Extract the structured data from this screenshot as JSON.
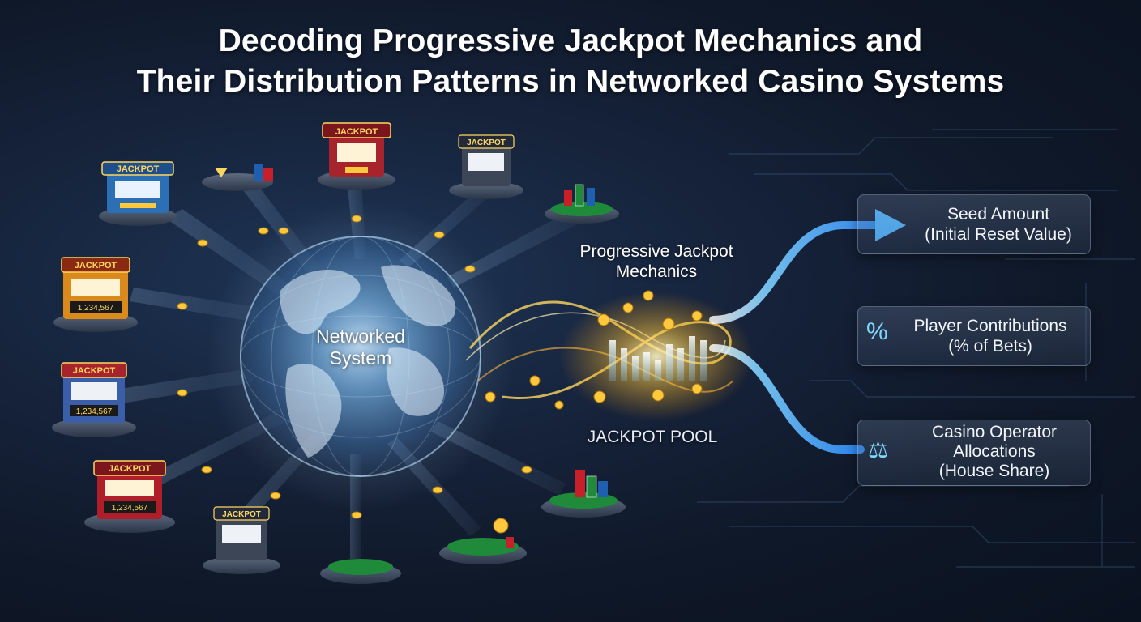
{
  "title": {
    "line1": "Decoding Progressive Jackpot Mechanics and",
    "line2": "Their Distribution Patterns in Networked Casino Systems"
  },
  "globe_label": {
    "line1": "Networked",
    "line2": "System"
  },
  "mechanics_label": {
    "line1": "Progressive Jackpot",
    "line2": "Mechanics"
  },
  "pool_label": "JACKPOT POOL",
  "machine_sign": "JACKPOT",
  "machine_counter": "1,234,567",
  "outputs": [
    {
      "line1": "Seed Amount",
      "line2": "(Initial Reset Value)",
      "icon": "arrow-icon"
    },
    {
      "line1": "Player Contributions",
      "line2": "(% of Bets)",
      "icon": "percent-icon"
    },
    {
      "line1": "Casino Operator",
      "line2": "Allocations",
      "line3": "(House Share)",
      "icon": "scales-icon"
    }
  ],
  "colors": {
    "accent_blue": "#4fb6ff",
    "gold": "#ffc83d",
    "sign_red": "#c8202a",
    "felt_green": "#1f8a3a"
  }
}
